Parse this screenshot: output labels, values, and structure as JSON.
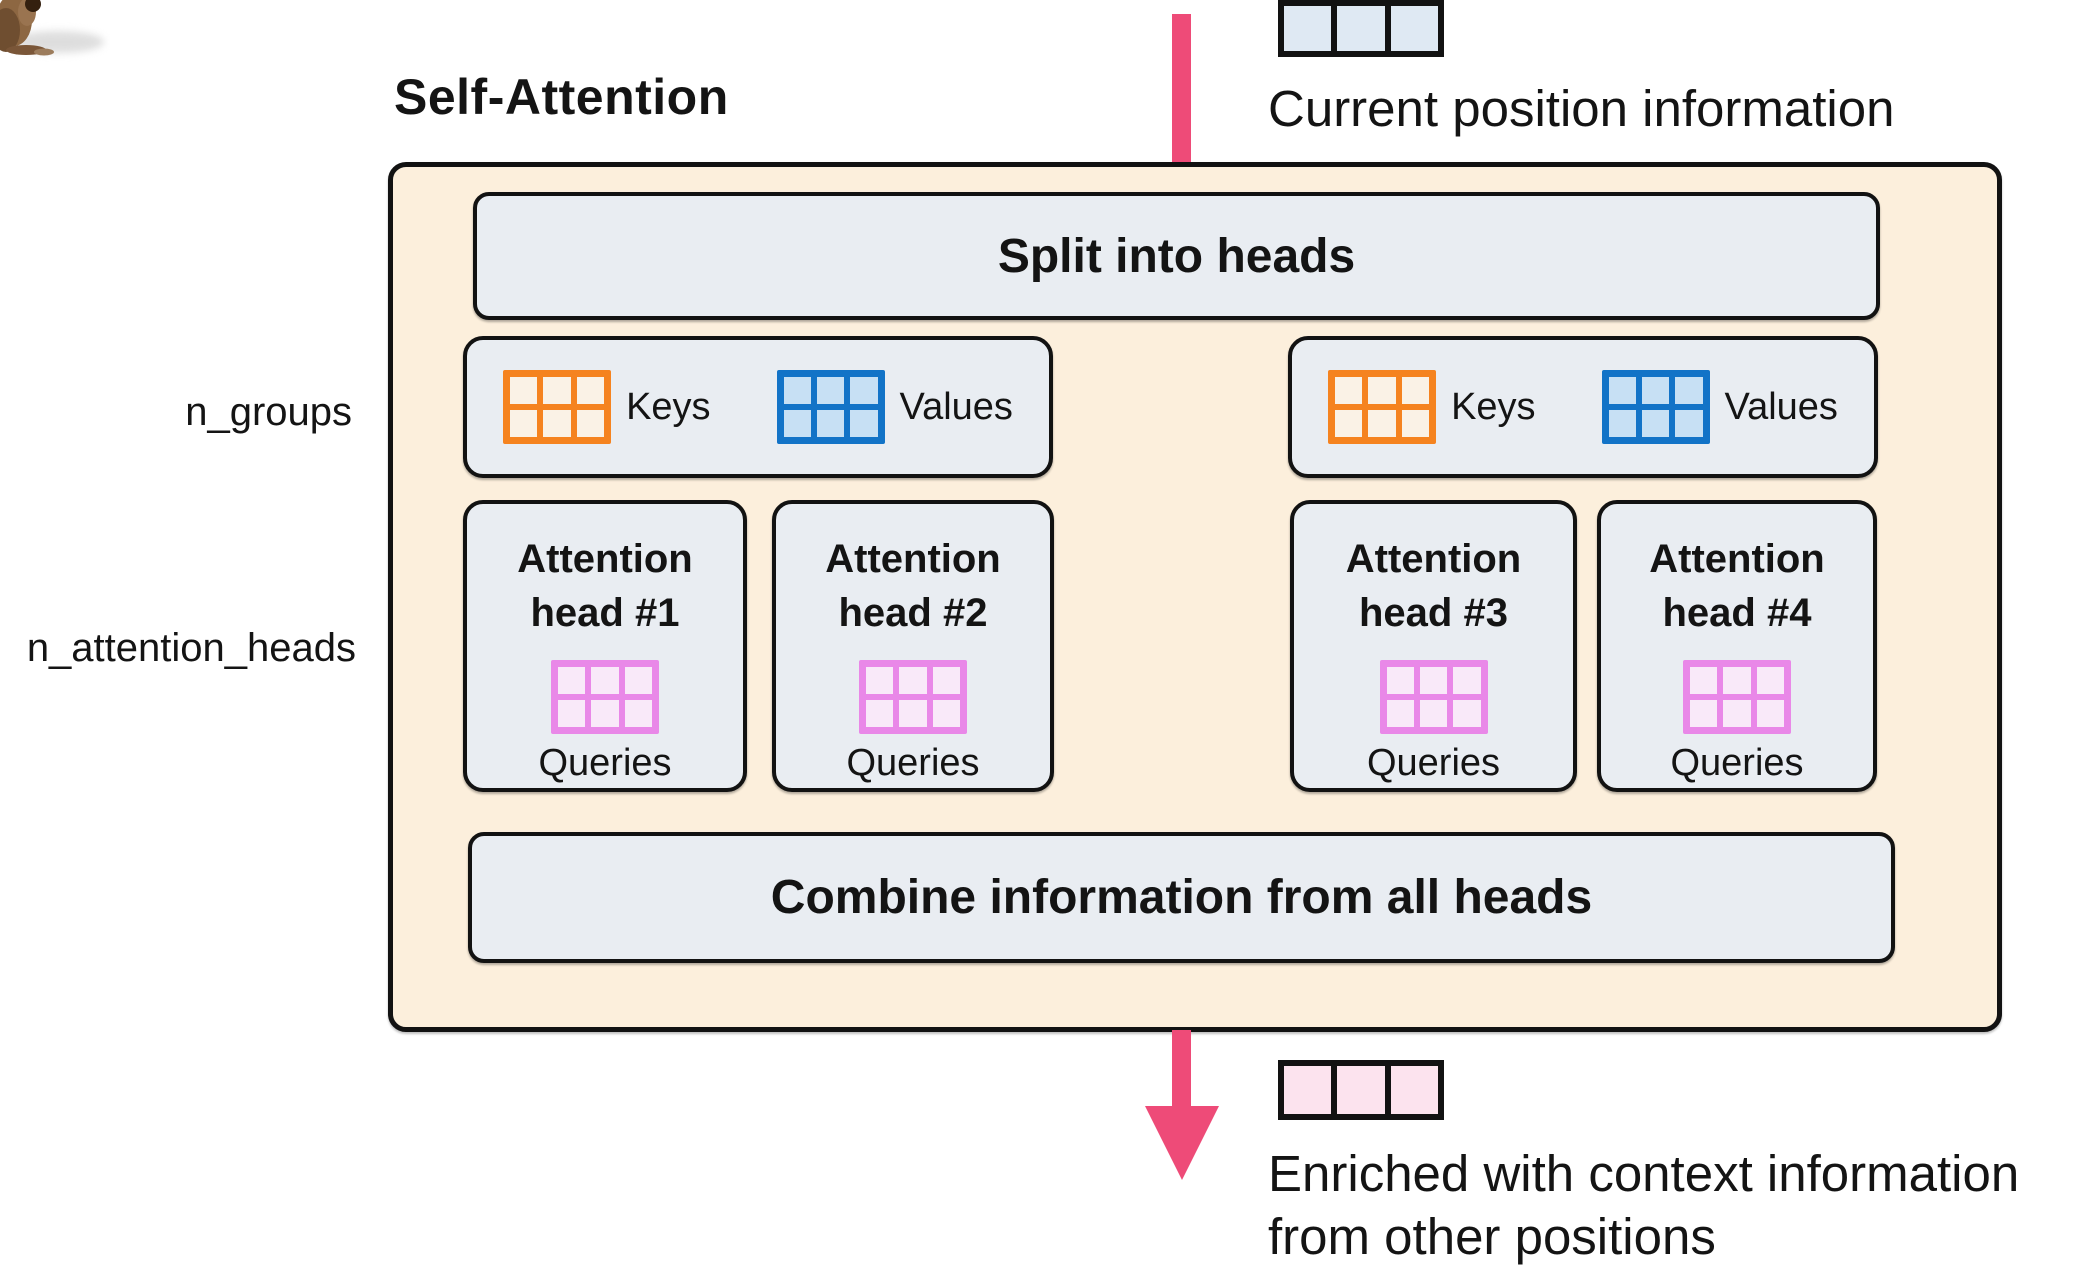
{
  "diagram": {
    "title": "Self-Attention",
    "split_box_label": "Split into heads",
    "combine_box_label": "Combine information from all heads",
    "side_labels": {
      "groups": "n_groups",
      "attention_heads": "n_attention_heads"
    },
    "groups": [
      {
        "keys_label": "Keys",
        "values_label": "Values"
      },
      {
        "keys_label": "Keys",
        "values_label": "Values"
      }
    ],
    "heads": [
      {
        "title_line1": "Attention",
        "title_line2": "head #1",
        "matrix_label": "Queries"
      },
      {
        "title_line1": "Attention",
        "title_line2": "head #2",
        "matrix_label": "Queries"
      },
      {
        "title_line1": "Attention",
        "title_line2": "head #3",
        "matrix_label": "Queries"
      },
      {
        "title_line1": "Attention",
        "title_line2": "head #4",
        "matrix_label": "Queries"
      }
    ],
    "input_caption": "Current position information",
    "output_caption_line1": "Enriched with context information",
    "output_caption_line2": "from other positions"
  },
  "icons": {
    "keys_matrix": "orange-2x3-matrix-icon",
    "values_matrix": "blue-2x3-matrix-icon",
    "queries_matrix": "violet-2x3-matrix-icon",
    "input_vector": "1x3-token-vector-icon",
    "output_vector": "1x3-token-vector-icon",
    "flow_arrow": "pink-down-arrow-icon"
  },
  "colors": {
    "container_bg": "#fcefdc",
    "box_bg": "#e9edf2",
    "outline": "#121212",
    "orange": "#f5831f",
    "orange_fill": "#faf2e6",
    "blue": "#1273c7",
    "blue_fill": "#c7e0f4",
    "violet": "#e988e8",
    "violet_fill": "#f9e9f9",
    "pink_arrow": "#ee4b78",
    "pink_fill": "#fce3ee",
    "input_cell": "#dfe9f3"
  }
}
